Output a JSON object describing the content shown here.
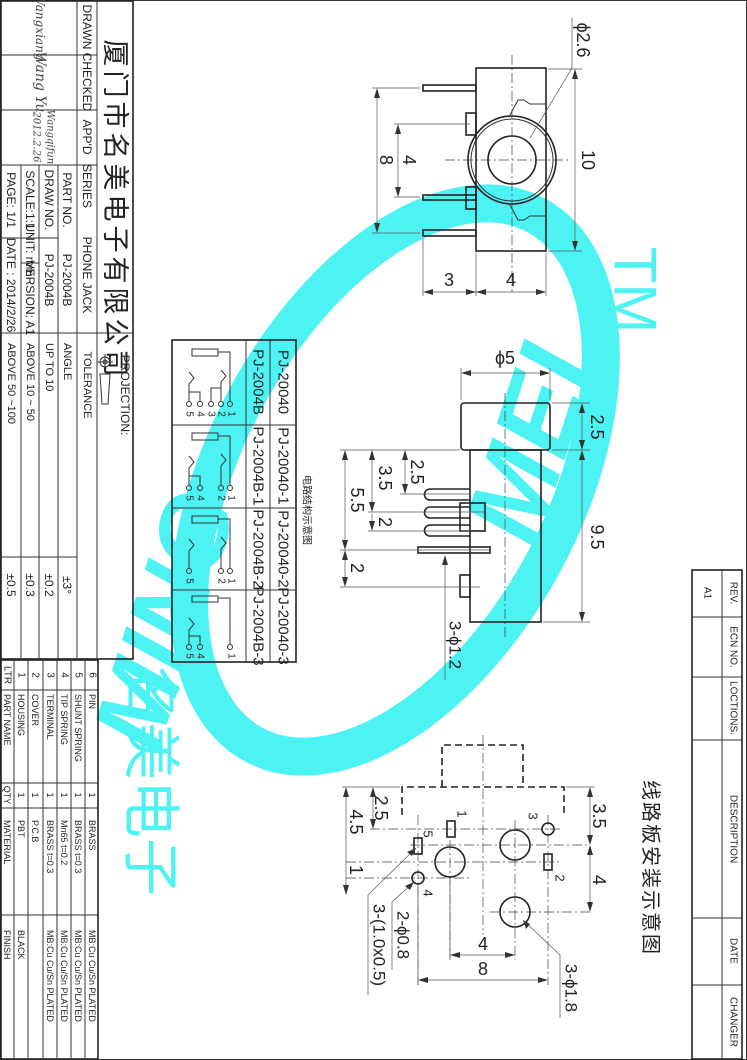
{
  "title_block": {
    "drawn_label": "DRAWN",
    "checked_label": "CHECKED",
    "approved_label": "APP'D",
    "drawn_signature": "Wangxiang",
    "checked_signature": "Wang Yu",
    "approved_signature": "Wangqifun",
    "approved_date": "2012.2.26",
    "company_name": "厦门市名美电子有限公司",
    "series_label": "SERIES",
    "series_value": "PHONE JACK",
    "part_no_label": "PART  NO.",
    "part_no_value": "PJ-2004B",
    "draw_no_label": "DRAW NO.",
    "draw_no_value": "PJ-2004B",
    "scale_label": "SCALE:1:1",
    "unit_label": "UNIT: mm",
    "version_label": "VERSION: A1",
    "page_label": "PAGE:  1/1",
    "date_label": "DATE : 2014/2/26",
    "projection_label": "PROJECTION:",
    "tolerance_label": "TOLERANCE",
    "tolerances": [
      {
        "range": "ANGLE",
        "value": "±3°"
      },
      {
        "range": "UP TO 10",
        "value": "±0.2"
      },
      {
        "range": "ABOVE 10 ~ 50",
        "value": "±0.3"
      },
      {
        "range": "ABOVE 50 ~100",
        "value": "±0.5"
      }
    ]
  },
  "bom": {
    "headers": {
      "ltr": "LTR",
      "part_name": "PART NAME",
      "qty": "QTY",
      "material": "MATERIAL",
      "finish": "FINISH"
    },
    "rows": [
      {
        "ltr": "1",
        "part_name": "HOUSING",
        "qty": "1",
        "material": "PBT",
        "finish": "BLACK"
      },
      {
        "ltr": "2",
        "part_name": "COVER",
        "qty": "1",
        "material": "P.C.B",
        "finish": ""
      },
      {
        "ltr": "3",
        "part_name": "TERMINAL",
        "qty": "1",
        "material": "BRASS  t=0.3",
        "finish": "MB:Cu   Cu/Sn   PLATED"
      },
      {
        "ltr": "4",
        "part_name": "TIP  SPRING",
        "qty": "1",
        "material": "Mn65  t=0.2",
        "finish": "MB:Cu   Cu/Sn   PLATED"
      },
      {
        "ltr": "5",
        "part_name": "SHUNT  SPRING",
        "qty": "1",
        "material": "BRASS  t=0.3",
        "finish": "MB:Cu   Cu/Sn   PLATED"
      },
      {
        "ltr": "6",
        "part_name": "PIN",
        "qty": "1",
        "material": "BRASS",
        "finish": "MB:Cu   Cu/Sn   PLATED"
      }
    ]
  },
  "revision_table": {
    "headers": [
      "REV.",
      "ECN NO.",
      "LOCTIONS.",
      "DESCRIPTION",
      "DATE",
      "CHANGER"
    ],
    "values": [
      "A1",
      "",
      "",
      "",
      "",
      ""
    ]
  },
  "circuit_table": {
    "title": "电路结构示意图",
    "models": [
      {
        "a": "PJ-20040",
        "b": "PJ-2004B",
        "pins": [
          "1",
          "2",
          "3",
          "4",
          "5"
        ]
      },
      {
        "a": "PJ-20040-1",
        "b": "PJ-2004B-1",
        "pins": [
          "1",
          "2",
          "4",
          "5"
        ]
      },
      {
        "a": "PJ-20040-2",
        "b": "PJ-2004B-2",
        "pins": [
          "1",
          "2",
          "5"
        ]
      },
      {
        "a": "PJ-20040-3",
        "b": "PJ-2004B-3",
        "pins": [
          "1",
          "4",
          "5"
        ]
      }
    ]
  },
  "top_view": {
    "dims": {
      "hole": "ϕ2.6",
      "height": "10",
      "pin_span": "8",
      "pin_gap": "4",
      "pin_len": "3",
      "depth": "4"
    }
  },
  "side_view": {
    "dims": {
      "diameter": "ϕ5",
      "head": "2.5",
      "body": "9.5",
      "a": "2.5",
      "b": "3.5",
      "c": "5.5",
      "d": "2",
      "e": "2",
      "pin_holes": "3-ϕ1.2"
    }
  },
  "pcb_layout": {
    "title": "线路板安装示意图",
    "dims": {
      "a": "2.5",
      "b": "4.5",
      "c": "1",
      "d": "3.5",
      "e": "4",
      "f": "4",
      "g": "8",
      "slots": "3-(1.0x0.5)",
      "small_holes": "2-ϕ0.8",
      "big_holes": "3-ϕ1.8"
    },
    "pin_labels": [
      "1",
      "2",
      "3",
      "4",
      "5"
    ]
  },
  "watermark": {
    "brand_left": "MING",
    "brand_right": "MEI",
    "tm": "TM",
    "chinese": "名美电子",
    "color": "#2ef2f2"
  }
}
